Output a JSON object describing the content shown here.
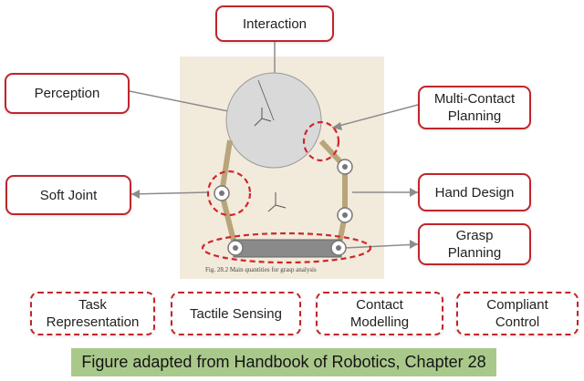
{
  "figure": {
    "caption": "Fig. 28.2 Main quantities for grasp analysis",
    "colors": {
      "panel": "#f2ebdc",
      "sphere": "#d9d9d9",
      "link": "#b8a57a",
      "highlight": "#d0262c"
    }
  },
  "boxes": {
    "interaction": "Interaction",
    "perception": "Perception",
    "multi_contact": [
      "Multi-Contact",
      "Planning"
    ],
    "soft_joint": "Soft Joint",
    "hand_design": "Hand Design",
    "grasp": [
      "Grasp",
      "Planning"
    ]
  },
  "bottom_boxes": {
    "task": [
      "Task",
      "Representation"
    ],
    "tactile": "Tactile Sensing",
    "contact": [
      "Contact",
      "Modelling"
    ],
    "compliant": [
      "Compliant",
      "Control"
    ]
  },
  "footer": "Figure adapted from Handbook of Robotics, Chapter 28",
  "colors": {
    "box_border": "#c0252b",
    "footer_bg": "#a9c98a"
  }
}
